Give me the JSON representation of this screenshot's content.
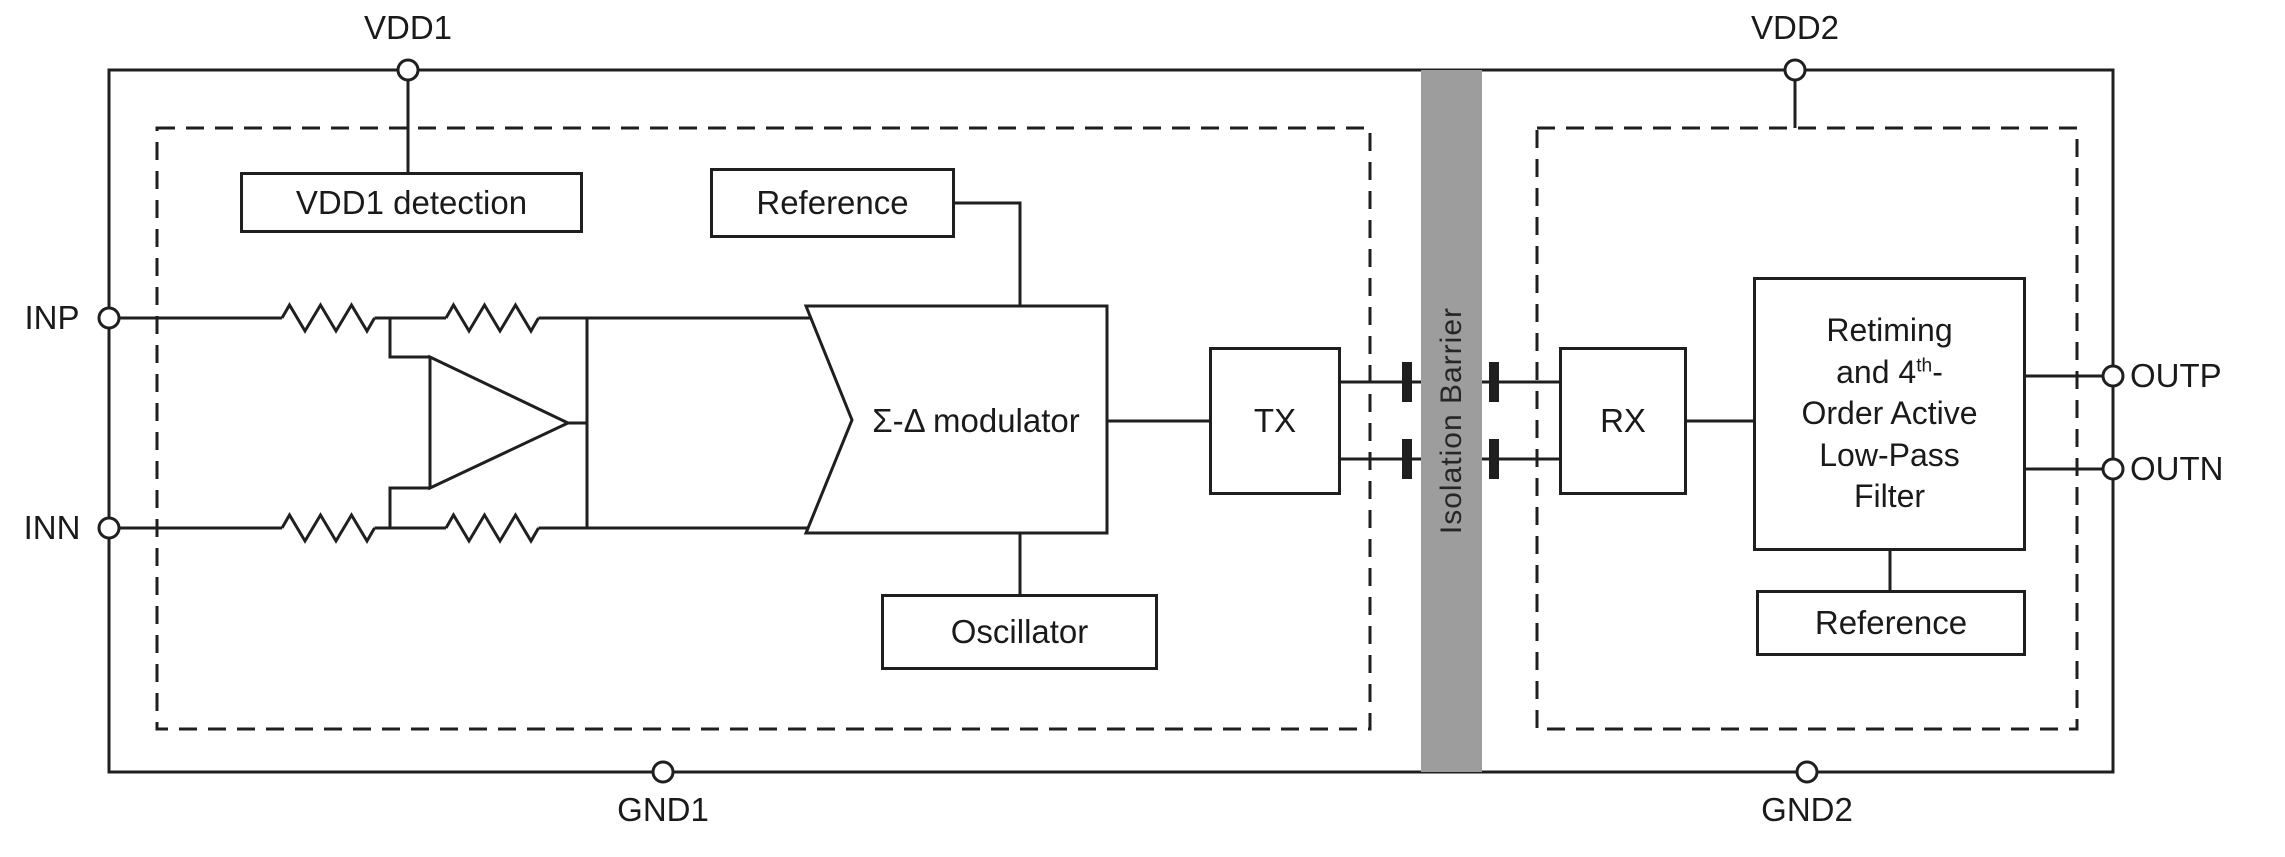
{
  "terminals": {
    "vdd1": "VDD1",
    "vdd2": "VDD2",
    "gnd1": "GND1",
    "gnd2": "GND2",
    "inp": "INP",
    "inn": "INN",
    "outp": "OUTP",
    "outn": "OUTN"
  },
  "blocks": {
    "vdd1_detection": "VDD1 detection",
    "reference_left": "Reference",
    "modulator": "Σ-Δ modulator",
    "oscillator": "Oscillator",
    "tx": "TX",
    "rx": "RX",
    "isolation_barrier": "Isolation Barrier",
    "filter": {
      "line1": "Retiming",
      "line2_pre": "and 4",
      "line2_sup": "th",
      "line2_post": "-",
      "line3": "Order Active",
      "line4": "Low-Pass",
      "line5": "Filter"
    },
    "reference_right": "Reference"
  },
  "colors": {
    "barrier_fill": "#9d9d9d",
    "line": "#1f1f1f",
    "background": "#ffffff"
  }
}
